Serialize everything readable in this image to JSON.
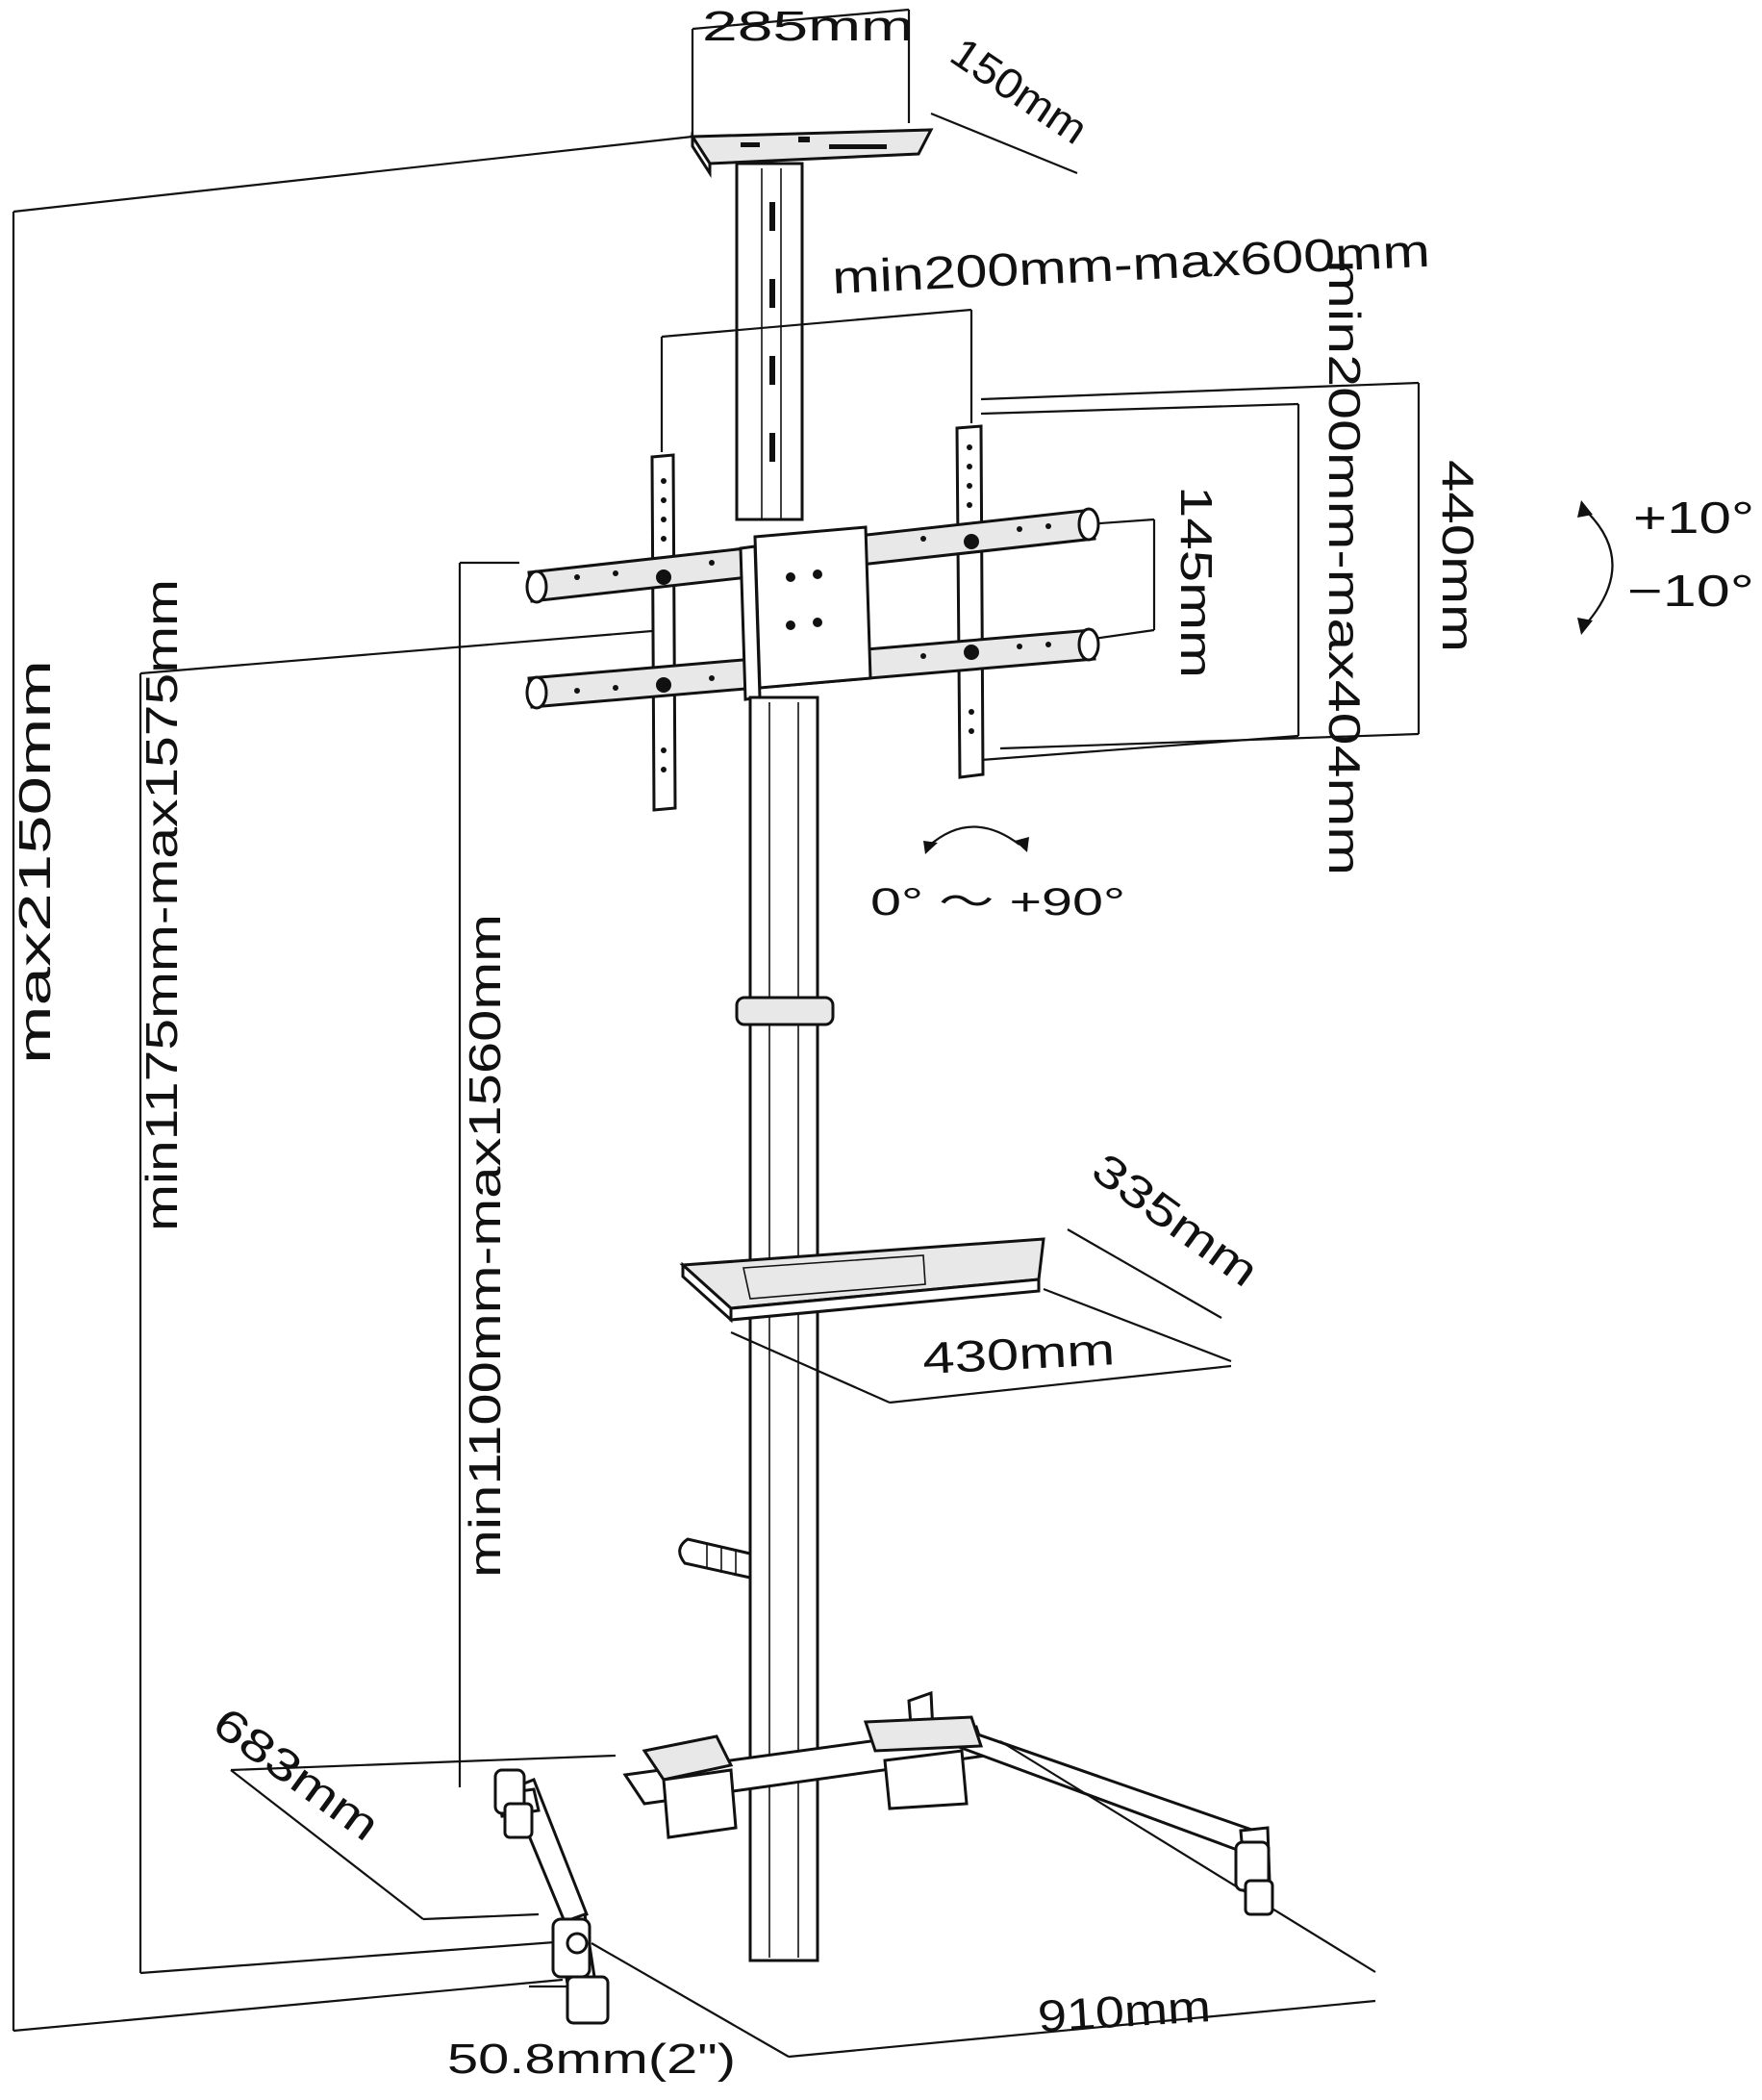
{
  "diagram": {
    "labels": {
      "top_shelf_width": "285mm",
      "top_shelf_depth": "150mm",
      "vesa_horizontal": "min200mm-max600mm",
      "vesa_vertical": "min200mm-max404mm",
      "vesa_145": "145mm",
      "vesa_440": "440mm",
      "tilt_up": "+10°",
      "tilt_down": "−10°",
      "rotation": "0° ～ +90°",
      "overall_height": "max2150mm",
      "center_height": "min1175mm-max1575mm",
      "bracket_height": "min1100mm-max1560mm",
      "shelf_depth": "335mm",
      "shelf_width": "430mm",
      "base_depth": "683mm",
      "base_width": "910mm",
      "caster_size": "50.8mm(2\")"
    },
    "colors": {
      "line": "#111111",
      "fill": "#ffffff",
      "shade": "#e8e8e8"
    }
  }
}
